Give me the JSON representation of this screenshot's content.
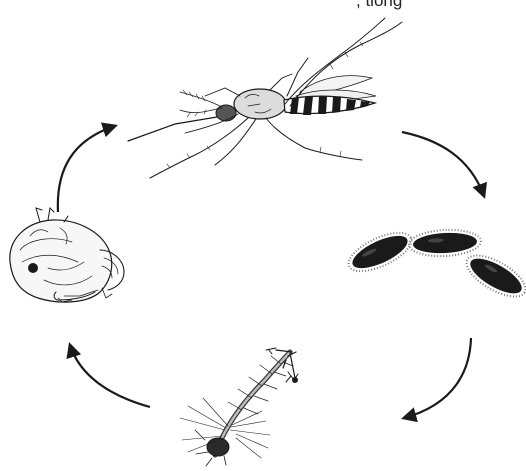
{
  "diagram": {
    "type": "life-cycle",
    "corner_text": ", tiong",
    "stages": [
      {
        "name": "adult",
        "icon": "adult-mosquito-icon"
      },
      {
        "name": "eggs",
        "icon": "mosquito-eggs-icon"
      },
      {
        "name": "larva",
        "icon": "mosquito-larva-icon"
      },
      {
        "name": "pupa",
        "icon": "mosquito-pupa-icon"
      }
    ],
    "arrows": [
      {
        "from": "adult",
        "to": "eggs"
      },
      {
        "from": "eggs",
        "to": "larva"
      },
      {
        "from": "larva",
        "to": "pupa"
      },
      {
        "from": "pupa",
        "to": "adult"
      }
    ],
    "colors": {
      "ink": "#1a1a1a",
      "background": "#ffffff"
    }
  }
}
